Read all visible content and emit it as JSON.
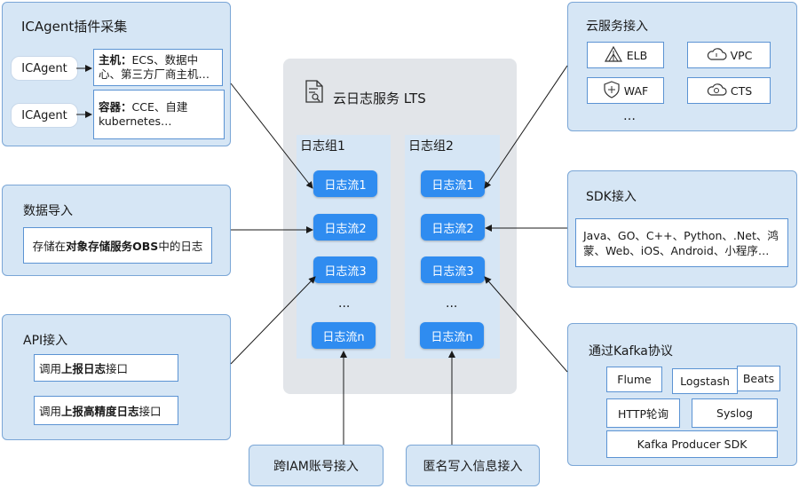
{
  "center": {
    "title": "云日志服务 LTS",
    "groups": [
      {
        "name": "日志组1",
        "streams": [
          "日志流1",
          "日志流2",
          "日志流3",
          "日志流n"
        ]
      },
      {
        "name": "日志组2",
        "streams": [
          "日志流1",
          "日志流2",
          "日志流3",
          "日志流n"
        ]
      }
    ],
    "ellipsis": "..."
  },
  "icagent": {
    "title": "ICAgent插件采集",
    "agent_label": "ICAgent",
    "host_bold": "主机：",
    "host_rest1": "ECS、数据中",
    "host_rest2": "心、第三方厂商主机…",
    "container_bold": "容器：",
    "container_rest1": "CCE、自建",
    "container_rest2": "kubernetes…"
  },
  "data_import": {
    "title": "数据导入",
    "text_pre": "存储在",
    "text_bold": "对象存储服务OBS",
    "text_post": "中的日志"
  },
  "api": {
    "title": "API接入",
    "item1_pre": "调用",
    "item1_bold": "上报日志",
    "item1_post": "接口",
    "item2_pre": "调用",
    "item2_bold": "上报高精度日志",
    "item2_post": "接口"
  },
  "cloud": {
    "title": "云服务接入",
    "services": [
      "ELB",
      "VPC",
      "WAF",
      "CTS"
    ],
    "more": "…"
  },
  "sdk": {
    "title": "SDK接入",
    "line1": "Java、GO、C++、Python、.Net、鸿",
    "line2": "蒙、Web、iOS、Android、小程序…"
  },
  "kafka": {
    "title": "通过Kafka协议",
    "items": [
      "Flume",
      "Logstash",
      "Beats",
      "HTTP轮询",
      "Syslog",
      "Kafka Producer SDK"
    ]
  },
  "bottom": {
    "cross_iam": "跨IAM账号接入",
    "anonymous": "匿名写入信息接入"
  },
  "colors": {
    "panel_fill": "#d6e6f5",
    "panel_border": "#7aa6d6",
    "stream_fill": "#2f8cf0",
    "center_fill": "#e2e5e9"
  }
}
